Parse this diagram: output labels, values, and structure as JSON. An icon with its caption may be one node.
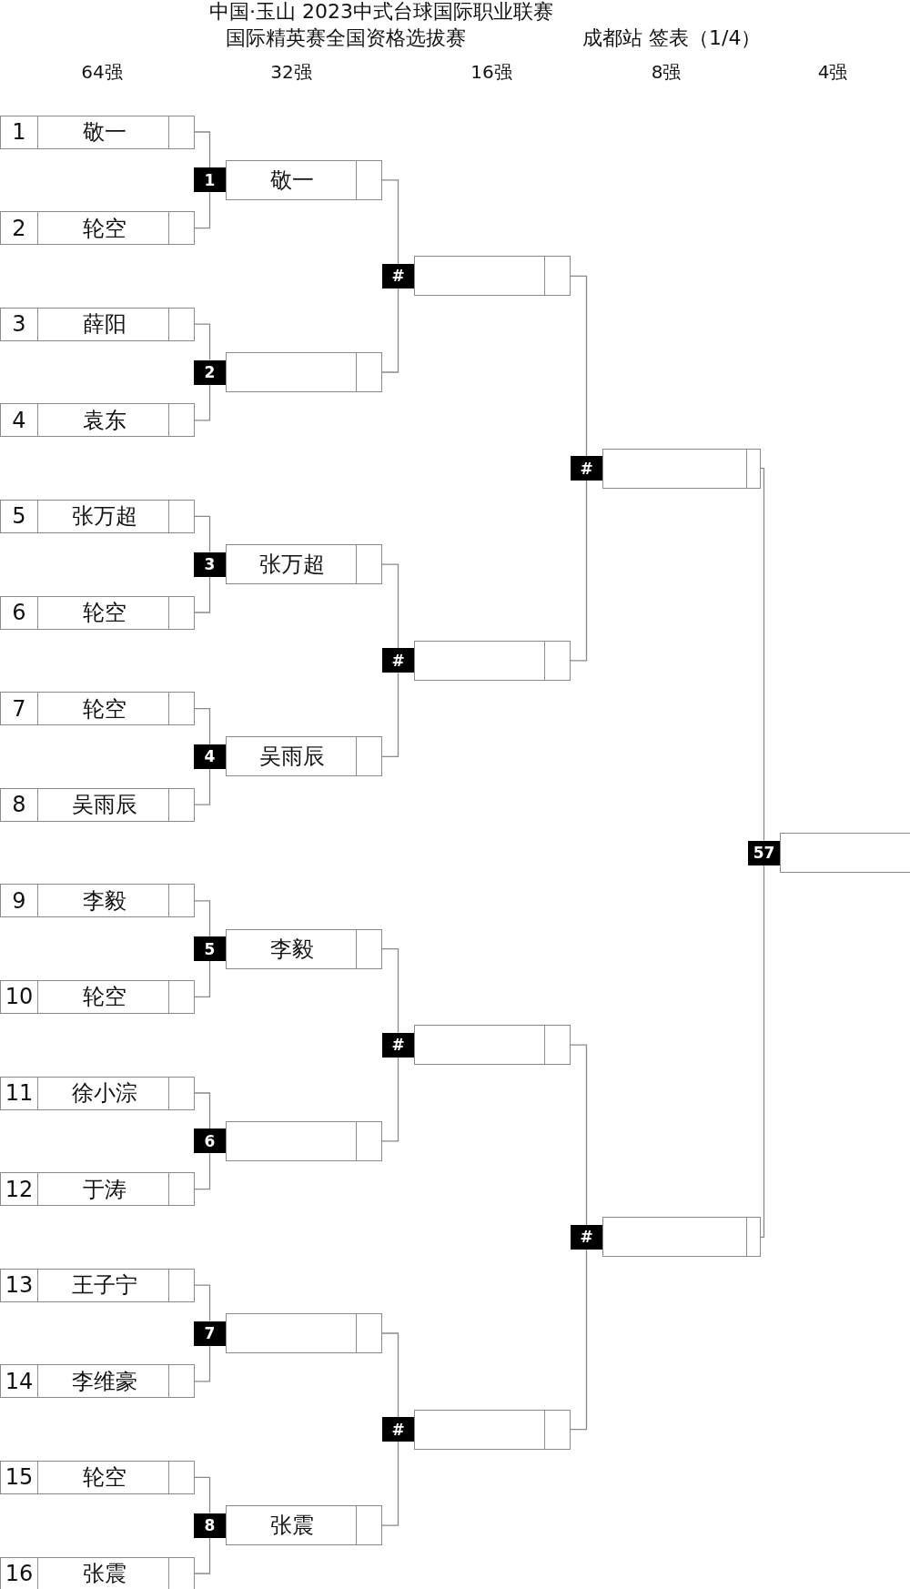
{
  "diagram": {
    "title": "中国·玉山 2023中式台球国际职业联赛",
    "nodes": [
      {
        "text": [
          "1",
          "敬一"
        ]
      },
      {
        "text": [
          "2",
          "轮空"
        ]
      },
      {
        "text": [
          "3",
          "薛阳"
        ]
      },
      {
        "text": [
          "4",
          "袁东"
        ]
      },
      {
        "text": [
          "5",
          "张万超"
        ]
      },
      {
        "text": [
          "6",
          "轮空"
        ]
      },
      {
        "text": [
          "7",
          "轮空"
        ]
      },
      {
        "text": [
          "8",
          "吴雨辰"
        ]
      },
      {
        "text": [
          "9",
          "李毅"
        ]
      },
      {
        "text": [
          "10",
          "轮空"
        ]
      },
      {
        "text": [
          "11",
          "徐小淙"
        ]
      },
      {
        "text": [
          "12",
          "于涛"
        ]
      },
      {
        "text": [
          "13",
          "王子宁"
        ]
      },
      {
        "text": [
          "14",
          "李维豪"
        ]
      },
      {
        "text": [
          "15",
          "轮空"
        ]
      },
      {
        "text": [
          "16",
          "张震"
        ]
      },
      {
        "text": [
          "敬一"
        ],
        "beside": [
          "1"
        ]
      },
      {
        "text": [],
        "shape": "box",
        "beside": [
          "2"
        ]
      },
      {
        "text": [
          "张万超"
        ],
        "beside": [
          "3"
        ]
      },
      {
        "text": [
          "吴雨辰"
        ],
        "beside": [
          "4"
        ]
      },
      {
        "text": [
          "李毅"
        ],
        "beside": [
          "5"
        ]
      },
      {
        "text": [],
        "shape": "box",
        "beside": [
          "6"
        ]
      },
      {
        "text": [],
        "shape": "box",
        "beside": [
          "7"
        ]
      },
      {
        "text": [
          "张震"
        ],
        "beside": [
          "8"
        ]
      },
      {
        "text": [],
        "shape": "box",
        "beside": [
          "#"
        ]
      },
      {
        "text": [],
        "shape": "box",
        "beside": [
          "#"
        ]
      },
      {
        "text": [],
        "shape": "box",
        "beside": [
          "#"
        ]
      },
      {
        "text": [],
        "shape": "box",
        "beside": [
          "#"
        ]
      },
      {
        "text": [],
        "shape": "box",
        "beside": [
          "#"
        ]
      },
      {
        "text": [],
        "shape": "box",
        "beside": [
          "#"
        ]
      },
      {
        "text": [],
        "shape": "box",
        "beside": [
          "57"
        ]
      }
    ],
    "edges": [
      {
        "from": 0,
        "to": 16,
        "arrow": "none"
      },
      {
        "from": 1,
        "to": 16,
        "arrow": "none"
      },
      {
        "from": 2,
        "to": 17,
        "arrow": "none"
      },
      {
        "from": 3,
        "to": 17,
        "arrow": "none"
      },
      {
        "from": 4,
        "to": 18,
        "arrow": "none"
      },
      {
        "from": 5,
        "to": 18,
        "arrow": "none"
      },
      {
        "from": 6,
        "to": 19,
        "arrow": "none"
      },
      {
        "from": 7,
        "to": 19,
        "arrow": "none"
      },
      {
        "from": 8,
        "to": 20,
        "arrow": "none"
      },
      {
        "from": 9,
        "to": 20,
        "arrow": "none"
      },
      {
        "from": 10,
        "to": 21,
        "arrow": "none"
      },
      {
        "from": 11,
        "to": 21,
        "arrow": "none"
      },
      {
        "from": 12,
        "to": 22,
        "arrow": "none"
      },
      {
        "from": 13,
        "to": 22,
        "arrow": "none"
      },
      {
        "from": 14,
        "to": 23,
        "arrow": "none"
      },
      {
        "from": 15,
        "to": 23,
        "arrow": "none"
      },
      {
        "from": 16,
        "to": 24,
        "arrow": "none"
      },
      {
        "from": 17,
        "to": 24,
        "arrow": "none"
      },
      {
        "from": 18,
        "to": 25,
        "arrow": "none"
      },
      {
        "from": 19,
        "to": 25,
        "arrow": "none"
      },
      {
        "from": 20,
        "to": 26,
        "arrow": "none"
      },
      {
        "from": 21,
        "to": 26,
        "arrow": "none"
      },
      {
        "from": 22,
        "to": 27,
        "arrow": "none"
      },
      {
        "from": 23,
        "to": 27,
        "arrow": "none"
      },
      {
        "from": 24,
        "to": 28,
        "arrow": "none"
      },
      {
        "from": 25,
        "to": 28,
        "arrow": "none"
      },
      {
        "from": 26,
        "to": 29,
        "arrow": "none"
      },
      {
        "from": 27,
        "to": 29,
        "arrow": "none"
      },
      {
        "from": 28,
        "to": 30,
        "arrow": "none"
      },
      {
        "from": 29,
        "to": 30,
        "arrow": "none"
      }
    ],
    "labels": [
      "国际精英赛全国资格选拔赛",
      "成都站 签表（1/4）",
      "64强",
      "32强",
      "16强",
      "8强",
      "4强"
    ]
  }
}
